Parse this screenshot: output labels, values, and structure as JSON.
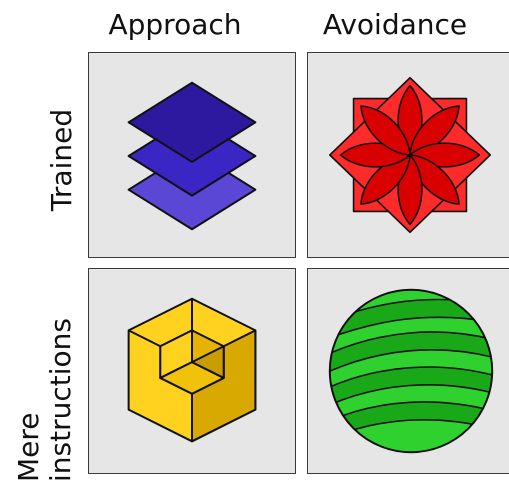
{
  "columns": {
    "approach": "Approach",
    "avoidance": "Avoidance"
  },
  "rows": {
    "trained": "Trained",
    "mere_instructions_line1": "Mere",
    "mere_instructions_line2": "instructions"
  },
  "stimuli": {
    "trained_approach": {
      "icon": "stacked-diamonds-icon",
      "colors": [
        "#2d18a0",
        "#3a26c4",
        "#5b47d6"
      ]
    },
    "trained_avoidance": {
      "icon": "red-flower-icon",
      "colors": [
        "#ff2a2a",
        "#d80000"
      ]
    },
    "instructions_approach": {
      "icon": "yellow-cube-icon",
      "colors": [
        "#ffd21f",
        "#e6b400",
        "#c99c00"
      ]
    },
    "instructions_avoidance": {
      "icon": "green-striped-circle-icon",
      "colors": [
        "#2fd12f",
        "#18a818"
      ]
    }
  }
}
